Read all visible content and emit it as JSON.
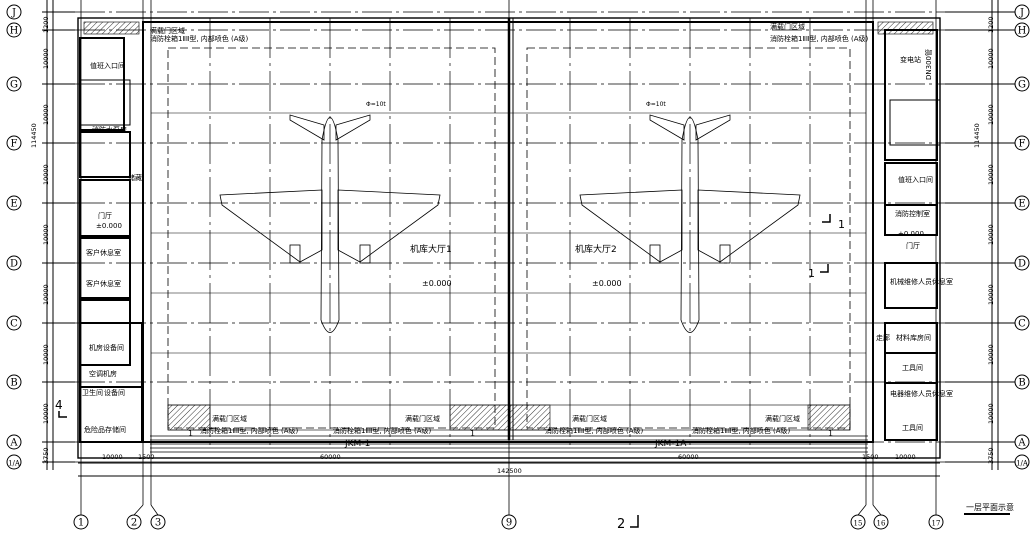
{
  "drawing": {
    "title": "一层平面示意",
    "row_axes": [
      "J",
      "H",
      "G",
      "F",
      "E",
      "D",
      "C",
      "B",
      "A",
      "1/A"
    ],
    "col_axes": [
      "1",
      "2",
      "3",
      "9",
      "15",
      "16",
      "17"
    ],
    "bottom_dims": [
      "10000",
      "1500",
      "60000",
      "60000",
      "1500",
      "10000"
    ],
    "bottom_total": "142500",
    "side_dims": [
      "1200",
      "10000",
      "10000",
      "10000",
      "10000",
      "10000",
      "10000",
      "10000",
      "3750"
    ],
    "side_total": "114450",
    "hangars": [
      {
        "name": "机库大厅1",
        "elevation": "±0.000",
        "door": "JKM-1"
      },
      {
        "name": "机库大厅2",
        "elevation": "±0.000",
        "door": "JKM-1A"
      }
    ],
    "door_notes": {
      "zone": "满载门区域",
      "note": "消防栓箱1ⅡⅡ型, 内部喷色 (A级)",
      "hatch_mark": "1"
    },
    "left_rooms": [
      "值班入口间",
      "消防水泵房",
      "储藏",
      "门厅",
      "±0.000",
      "客户休息室",
      "客户休息室",
      "机房设备间",
      "空调机房",
      "卫生间",
      "设备间",
      "危险品存储间"
    ],
    "right_rooms": [
      "变电站",
      "值班入口间",
      "消防控制室",
      "±0.000",
      "门厅",
      "机械维修人员休息室",
      "走廊",
      "材料库房间",
      "工具间",
      "电器维修人员休息室",
      "工具间"
    ],
    "right_label": "DN300管",
    "section_marks": [
      "1",
      "1",
      "2",
      "4"
    ],
    "plane_labels": [
      "Φ=10t",
      "Φ=10t"
    ]
  }
}
